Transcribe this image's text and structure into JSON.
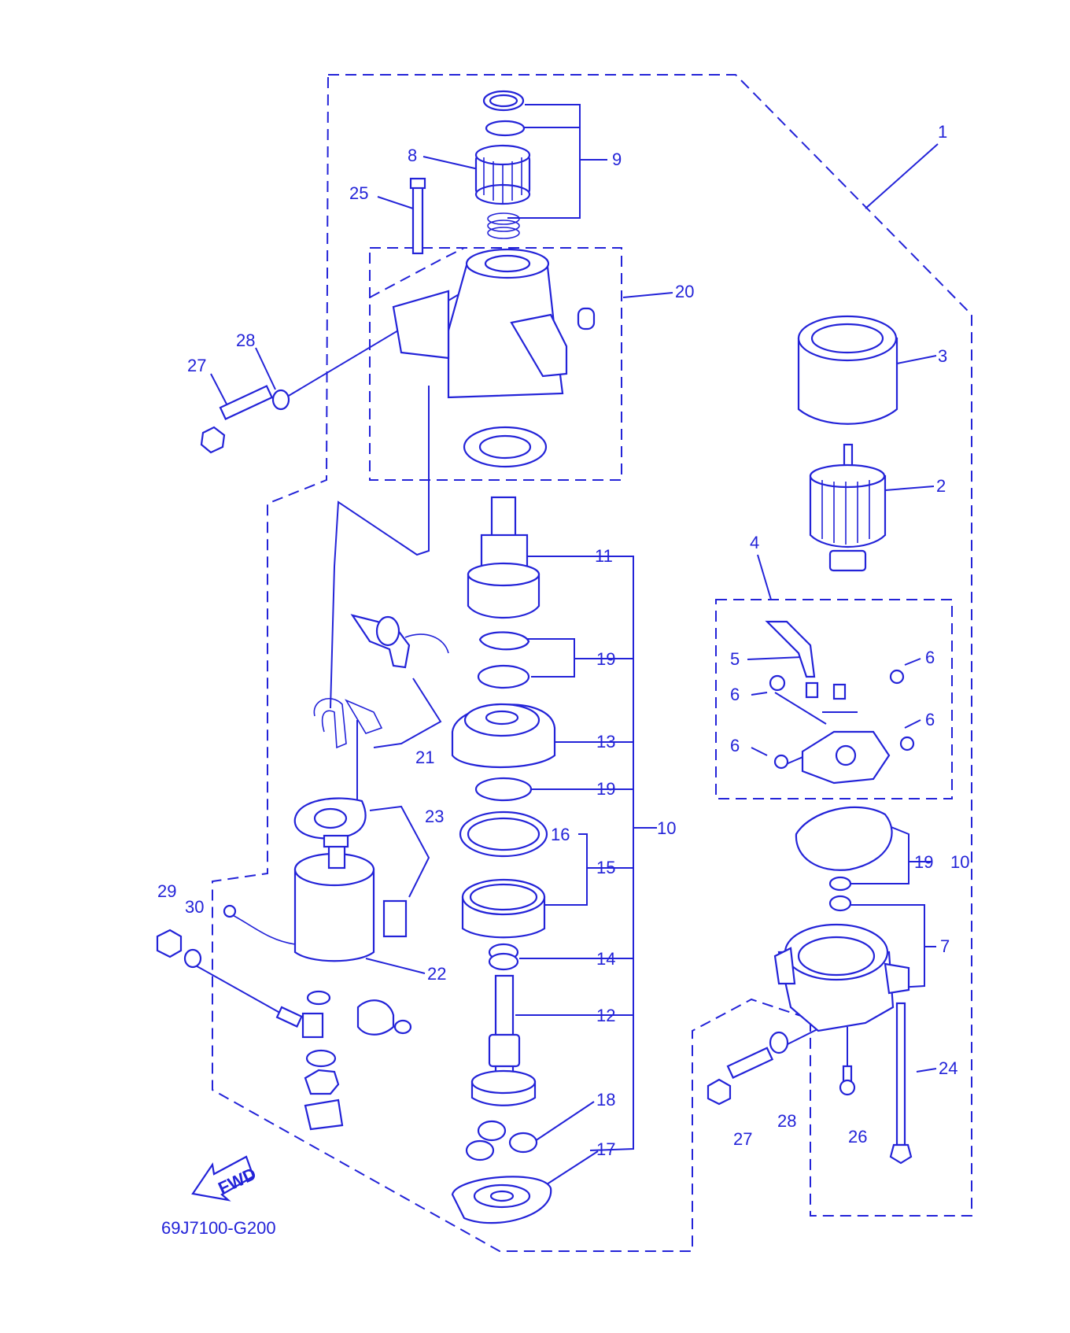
{
  "diagram": {
    "drawing_code": "69J7100-G200",
    "fwd_label": "FWD",
    "callouts": {
      "c1": "1",
      "c2": "2",
      "c3": "3",
      "c4": "4",
      "c5": "5",
      "c6a": "6",
      "c6b": "6",
      "c6c": "6",
      "c6d": "6",
      "c7": "7",
      "c8": "8",
      "c9": "9",
      "c10a": "10",
      "c10b": "10",
      "c11": "11",
      "c12": "12",
      "c13": "13",
      "c14": "14",
      "c15": "15",
      "c16": "16",
      "c17": "17",
      "c18": "18",
      "c19a": "19",
      "c19b": "19",
      "c19c": "19",
      "c20": "20",
      "c21": "21",
      "c22": "22",
      "c23": "23",
      "c24": "24",
      "c25": "25",
      "c26": "26",
      "c27a": "27",
      "c27b": "27",
      "c28a": "28",
      "c28b": "28",
      "c29": "29",
      "c30": "30"
    },
    "colors": {
      "line": "#2323d8",
      "background": "#ffffff"
    }
  }
}
